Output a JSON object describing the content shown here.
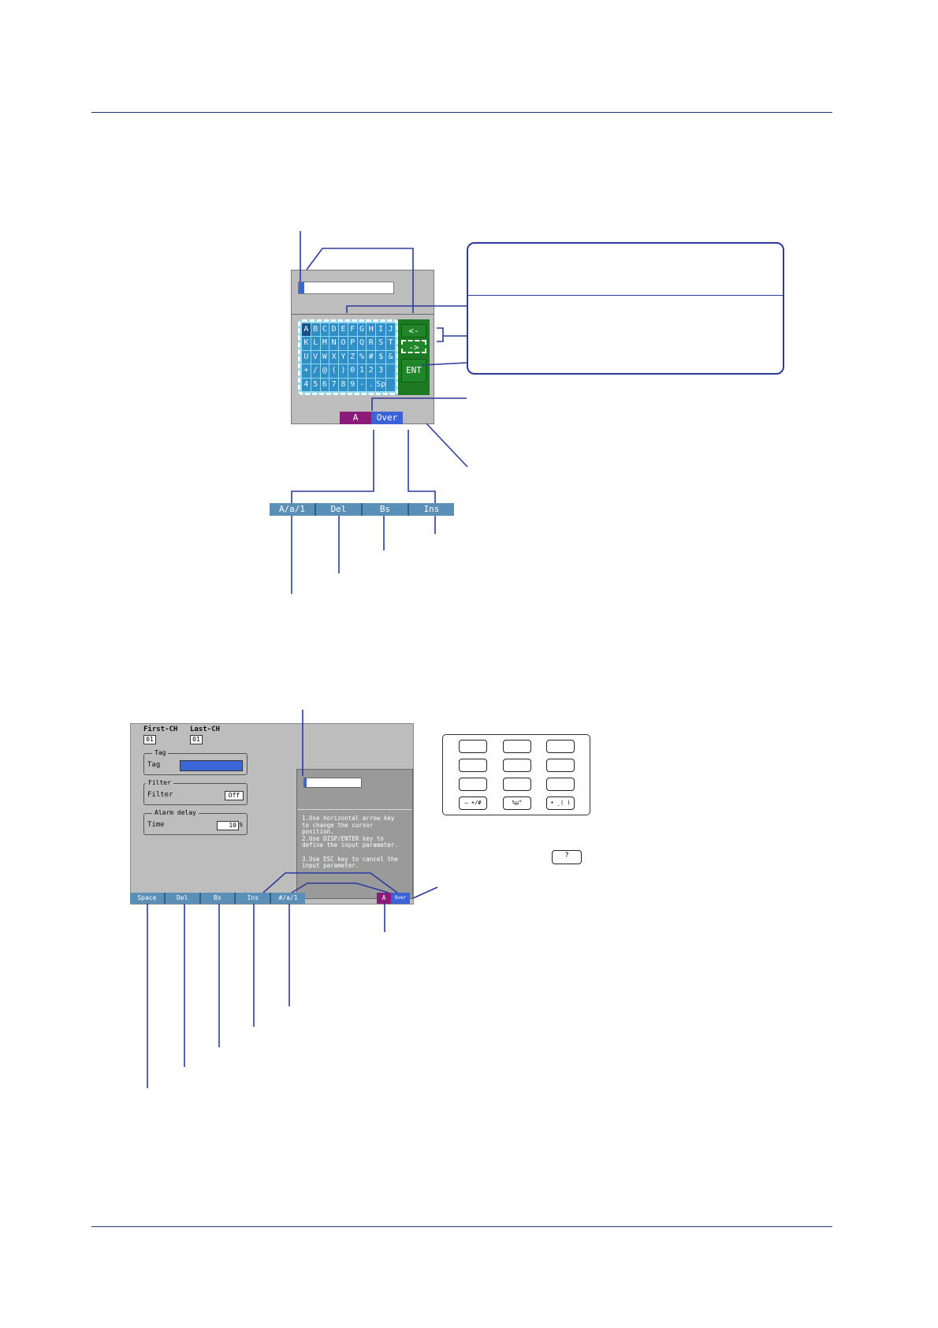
{
  "figure1": {
    "keyboard_rows": [
      [
        "A",
        "B",
        "C",
        "D",
        "E",
        "F",
        "G",
        "H",
        "I",
        "J"
      ],
      [
        "K",
        "L",
        "M",
        "N",
        "O",
        "P",
        "Q",
        "R",
        "S",
        "T"
      ],
      [
        "U",
        "V",
        "W",
        "X",
        "Y",
        "Z",
        "%",
        "#",
        "$",
        "&"
      ],
      [
        "+",
        "/",
        "@",
        "(",
        ")",
        "0",
        "1",
        "2",
        "3",
        ""
      ],
      [
        "4",
        "5",
        "6",
        "7",
        "8",
        "9",
        "-",
        ".",
        "Sp",
        ""
      ]
    ],
    "left_arrow": "<-",
    "right_arrow": "->",
    "enter": "ENT",
    "mode_indicator": "A",
    "insert_mode": "Over",
    "softkeys": [
      "A/a/1",
      "Del",
      "Bs",
      "Ins"
    ]
  },
  "figure2": {
    "first_ch_label": "First-CH",
    "first_ch_value": "01",
    "last_ch_label": "Last-CH",
    "last_ch_value": "01",
    "tag_group": "Tag",
    "tag_label": "Tag",
    "filter_group": "Filter",
    "filter_label": "Filter",
    "filter_value": "Off",
    "alarm_group": "Alarm delay",
    "time_label": "Time",
    "time_value": "10",
    "time_unit": "s",
    "help_text": "1.Use horizontal arrow key\n  to change the cursor\n  position.\n2.Use DISP/ENTER key to\n  define the input parameter.\n\n3.Use ESC key to cancel the\n  input parameter.",
    "softkeys": [
      "Space",
      "Del",
      "Bs",
      "Ins",
      "#/a/1"
    ],
    "mode_indicator": "A",
    "insert_mode": "Over",
    "keypad_bottom_row": [
      "— +/#",
      "%μ°",
      "• _( )"
    ],
    "single_key": "?"
  },
  "colors": {
    "rule": "#1f3a68",
    "callout_border": "#2c3a9a",
    "mode_purple": "#8b1a7a",
    "mode_blue": "#3b63d9",
    "softkey_bar": "#5a8fb7",
    "key_green": "#21862a"
  }
}
